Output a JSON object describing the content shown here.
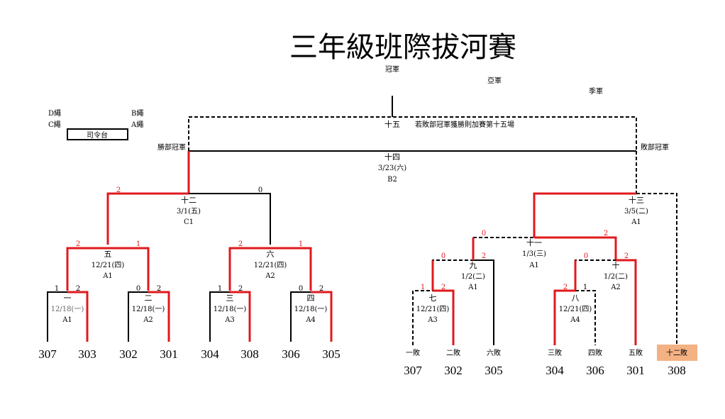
{
  "title": "三年級班際拔河賽",
  "placings": {
    "champion": "冠軍",
    "runner_up": "亞軍",
    "third": "季軍"
  },
  "rope_legend": {
    "d": "D繩",
    "b": "B繩",
    "c": "C繩",
    "a": "A繩"
  },
  "stage_box": "司令台",
  "labels": {
    "winner_champion": "勝部冠軍",
    "loser_champion": "敗部冠軍",
    "m15_no": "十五",
    "m15_note": "若敗部冠軍獲勝則加賽第十五場"
  },
  "winners_matches": [
    {
      "no": "十四",
      "date": "3/23(六)",
      "rope": "B2"
    },
    {
      "no": "十二",
      "date": "3/1(五)",
      "rope": "C1",
      "scores": [
        "2",
        "0"
      ]
    },
    {
      "no": "五",
      "date": "12/21(四)",
      "rope": "A1",
      "scores": [
        "2",
        "1"
      ]
    },
    {
      "no": "六",
      "date": "12/21(四)",
      "rope": "A2",
      "scores": [
        "2",
        "1"
      ]
    },
    {
      "no": "一",
      "date": "12/18(一)",
      "rope": "A1",
      "scores": [
        "1",
        "2"
      ]
    },
    {
      "no": "二",
      "date": "12/18(一)",
      "rope": "A2",
      "scores": [
        "0",
        "2"
      ]
    },
    {
      "no": "三",
      "date": "12/18(一)",
      "rope": "A3",
      "scores": [
        "1",
        "2"
      ]
    },
    {
      "no": "四",
      "date": "12/18(一)",
      "rope": "A4",
      "scores": [
        "0",
        "2"
      ]
    }
  ],
  "winners_teams": [
    "307",
    "303",
    "302",
    "301",
    "304",
    "308",
    "306",
    "305"
  ],
  "losers_matches": [
    {
      "no": "十三",
      "date": "3/5(二)",
      "rope": "A1"
    },
    {
      "no": "十一",
      "date": "1/3(三)",
      "rope": "A1",
      "scores": [
        "0",
        "2"
      ]
    },
    {
      "no": "九",
      "date": "1/2(二)",
      "rope": "A1",
      "scores": [
        "0",
        "2"
      ]
    },
    {
      "no": "十",
      "date": "1/2(二)",
      "rope": "A2",
      "scores": [
        "0",
        "2"
      ]
    },
    {
      "no": "七",
      "date": "12/21(四)",
      "rope": "A3",
      "scores": [
        "1",
        "2"
      ]
    },
    {
      "no": "八",
      "date": "12/21(四)",
      "rope": "A4",
      "scores": [
        "2",
        "1"
      ]
    }
  ],
  "losers_slots": [
    {
      "label": "一敗",
      "team": "307"
    },
    {
      "label": "二敗",
      "team": "302"
    },
    {
      "label": "六敗",
      "team": "305"
    },
    {
      "label": "三敗",
      "team": "304"
    },
    {
      "label": "四敗",
      "team": "306"
    },
    {
      "label": "五敗",
      "team": "301"
    },
    {
      "label": "十二敗",
      "team": "308"
    }
  ],
  "colors": {
    "winner_line": "#e0191d",
    "highlight_box": "#f4b183"
  }
}
